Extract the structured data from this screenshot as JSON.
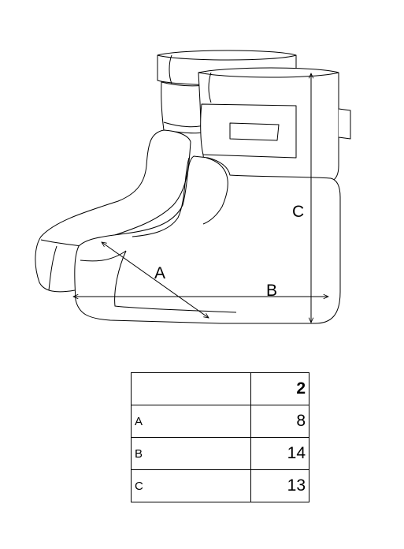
{
  "diagram": {
    "labels": {
      "a": "A",
      "b": "B",
      "c": "C"
    }
  },
  "size_table": {
    "header": {
      "label": "",
      "size": "2"
    },
    "rows": [
      {
        "label": "A",
        "value": "8"
      },
      {
        "label": "B",
        "value": "14"
      },
      {
        "label": "C",
        "value": "13"
      }
    ]
  }
}
